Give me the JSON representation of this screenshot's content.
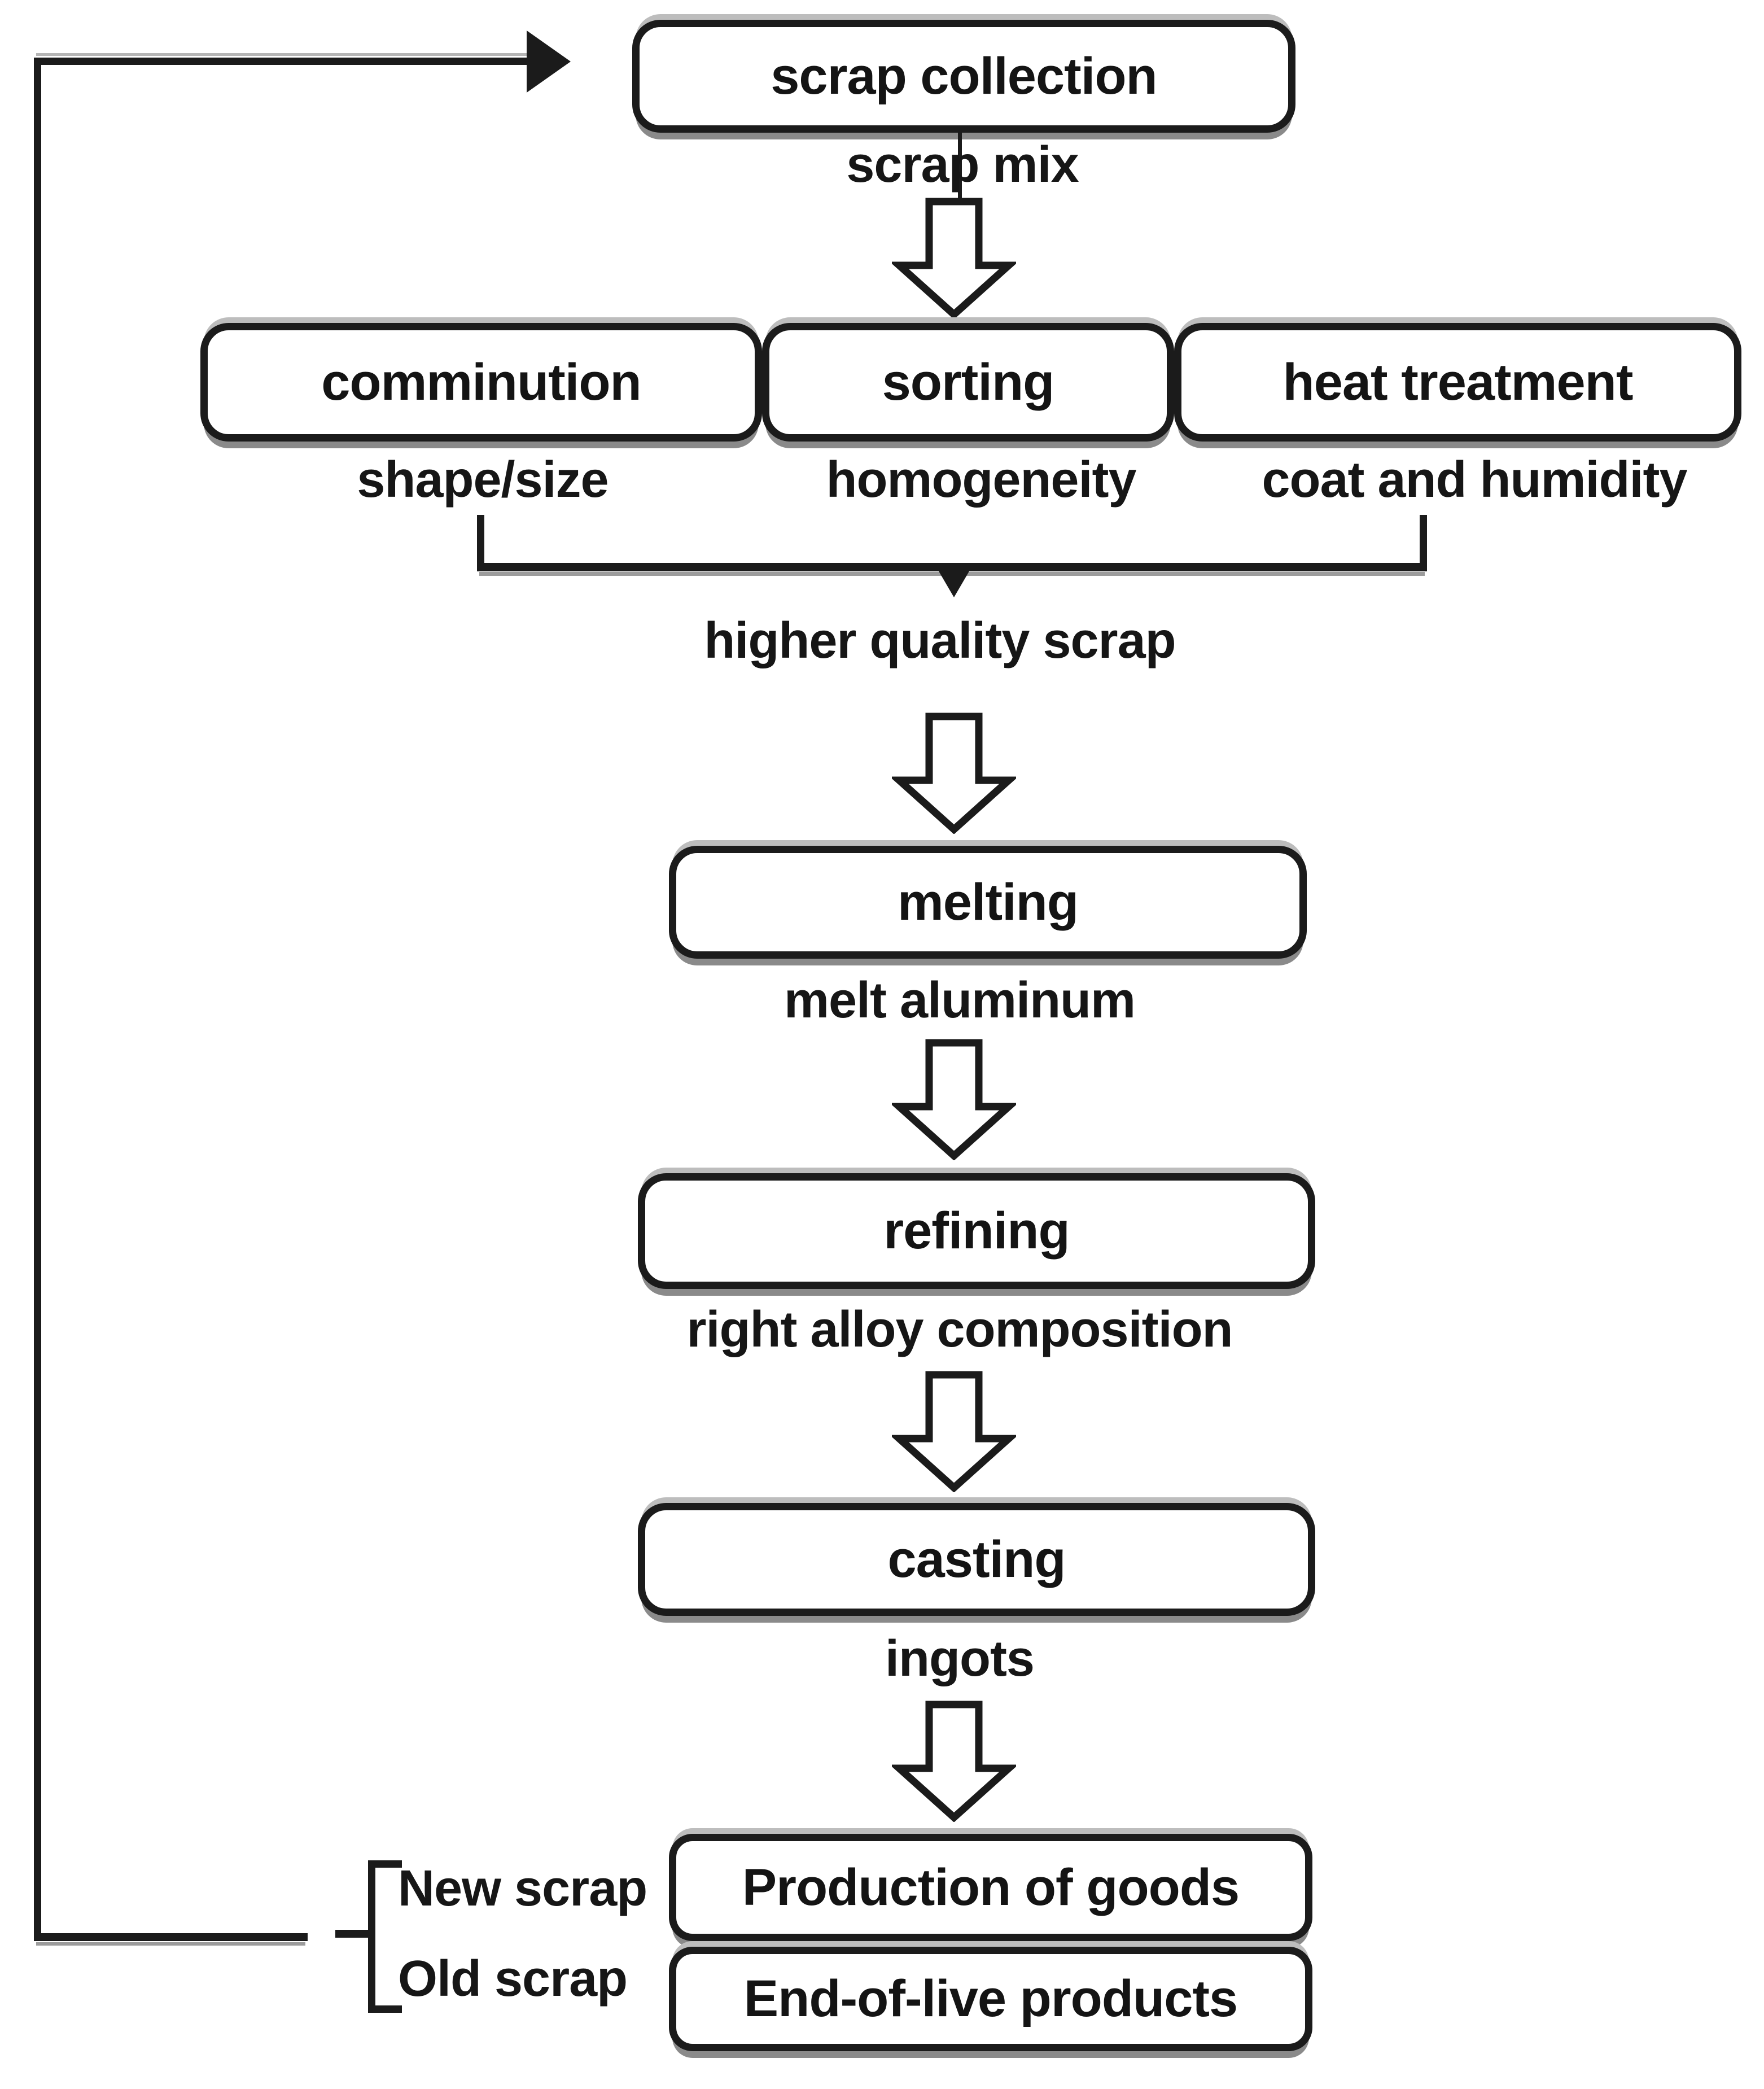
{
  "figure": {
    "type": "flowchart",
    "title": "aluminum scrap recycling process",
    "background": "#ffffff",
    "line_color": "#1b1b1b",
    "text_color": "#161616",
    "box_fill": "#ffffff"
  },
  "nodes": {
    "scrap_collection": {
      "label": "scrap collection",
      "output_label": "scrap mix"
    },
    "comminution": {
      "label": "comminution",
      "output_label": "shape/size"
    },
    "sorting": {
      "label": "sorting",
      "output_label": "homogeneity"
    },
    "heat_treatment": {
      "label": "heat treatment",
      "output_label": "coat and humidity"
    },
    "merge": {
      "output_label": "higher quality scrap"
    },
    "melting": {
      "label": "melting",
      "output_label": "melt aluminum"
    },
    "refining": {
      "label": "refining",
      "output_label": "right alloy composition"
    },
    "casting": {
      "label": "casting",
      "output_label": "ingots"
    },
    "production_of_goods": {
      "label": "Production of goods",
      "scrap_label": "New scrap"
    },
    "end_of_live_products": {
      "label": "End-of-live products",
      "scrap_label": "Old scrap"
    }
  }
}
